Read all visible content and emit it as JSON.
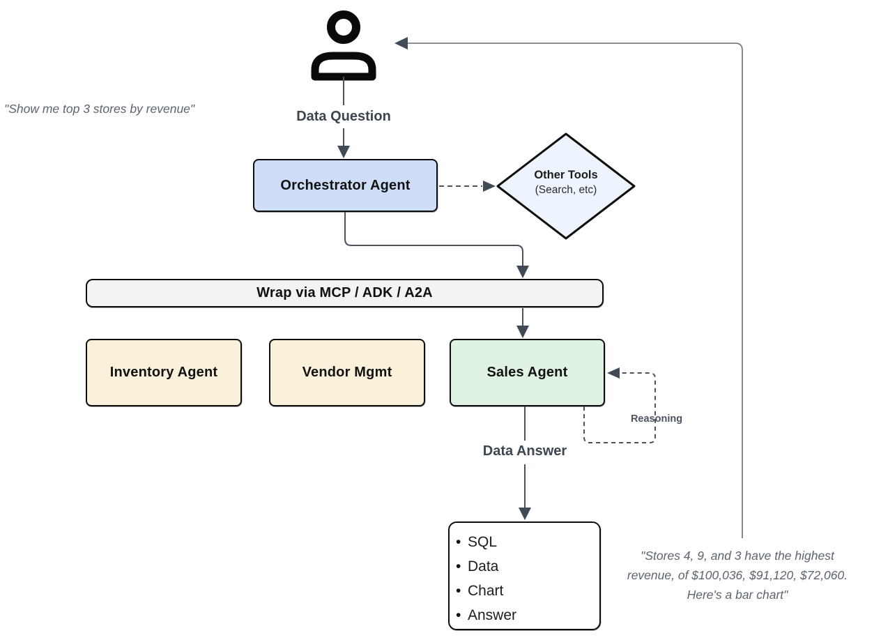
{
  "quotes": {
    "user": "\"Show me top 3 stores by revenue\"",
    "agent_line1": "\"Stores 4, 9, and 3 have the highest",
    "agent_line2": "revenue, of $100,036, $91,120, $72,060.",
    "agent_line3": "Here's a bar chart\""
  },
  "labels": {
    "data_question": "Data Question",
    "data_answer": "Data Answer",
    "reasoning": "Reasoning"
  },
  "nodes": {
    "orchestrator": {
      "label": "Orchestrator Agent"
    },
    "other_tools": {
      "title": "Other Tools",
      "subtitle": "(Search, etc)"
    },
    "wrap_layer": {
      "label": "Wrap via MCP / ADK / A2A"
    },
    "inventory_agent": {
      "label": "Inventory Agent"
    },
    "vendor_mgmt": {
      "label": "Vendor Mgmt"
    },
    "sales_agent": {
      "label": "Sales Agent"
    },
    "answer_box": {
      "items": [
        "SQL",
        "Data",
        "Chart",
        "Answer"
      ]
    }
  },
  "icons": {
    "user": "person-icon"
  },
  "colors": {
    "orchestrator_fill": "#cedef8",
    "other_tools_fill": "#eef4fd",
    "wrap_fill": "#f1f3f4",
    "support_agent_fill": "#f9f1da",
    "sales_fill": "#e0f2e2",
    "answer_fill": "#ffffff",
    "node_border": "#0d0d0d",
    "connector": "#4a5260",
    "feedback_line": "#666c76",
    "flow_label_text": "#3d4551",
    "quote_text": "#5c646f"
  }
}
